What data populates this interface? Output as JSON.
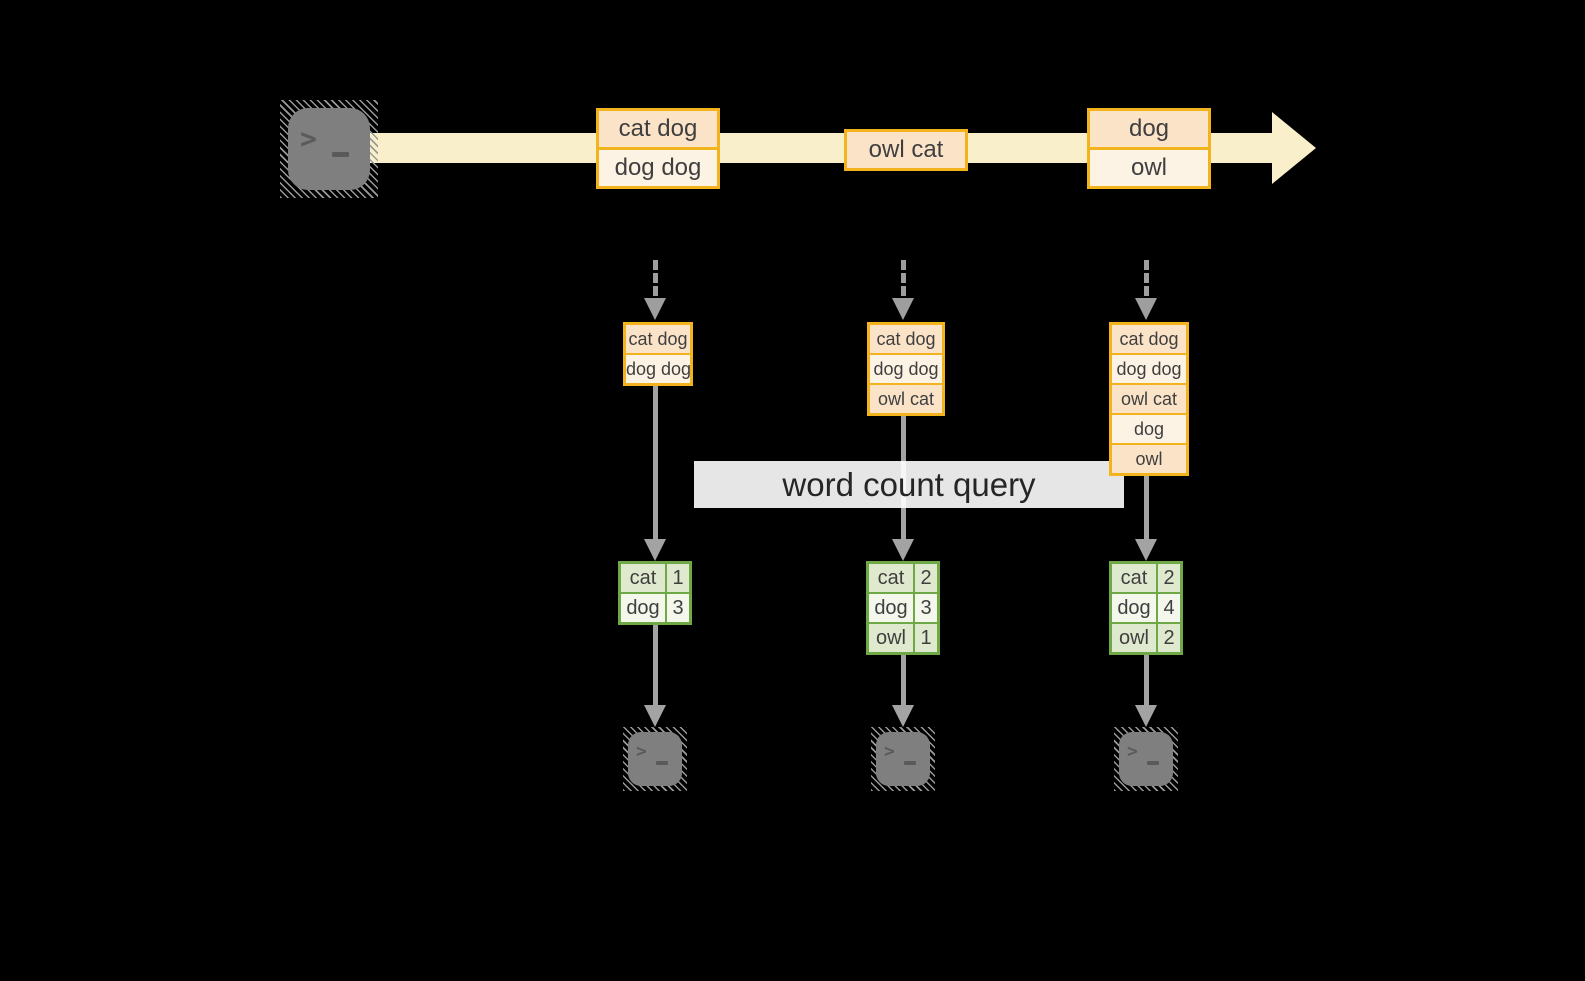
{
  "banner": {
    "label": "word count query"
  },
  "terminal": {
    "prompt": ">",
    "cursor": "_"
  },
  "stream": {
    "events": [
      {
        "rows": [
          "cat dog",
          "dog dog"
        ]
      },
      {
        "rows": [
          "owl cat"
        ]
      },
      {
        "rows": [
          "dog",
          "owl"
        ]
      }
    ]
  },
  "columns": [
    {
      "buffer": [
        "cat dog",
        "dog dog"
      ],
      "counts": [
        {
          "word": "cat",
          "count": "1"
        },
        {
          "word": "dog",
          "count": "3"
        }
      ]
    },
    {
      "buffer": [
        "cat dog",
        "dog dog",
        "owl cat"
      ],
      "counts": [
        {
          "word": "cat",
          "count": "2"
        },
        {
          "word": "dog",
          "count": "3"
        },
        {
          "word": "owl",
          "count": "1"
        }
      ]
    },
    {
      "buffer": [
        "cat dog",
        "dog dog",
        "owl cat",
        "dog",
        "owl"
      ],
      "counts": [
        {
          "word": "cat",
          "count": "2"
        },
        {
          "word": "dog",
          "count": "4"
        },
        {
          "word": "owl",
          "count": "2"
        }
      ]
    }
  ],
  "colors": {
    "background": "#000000",
    "stream_band": "#faefcb",
    "event_fill_dark": "#fbe3c8",
    "event_fill_light": "#fdf3e4",
    "event_border": "#f2b31c",
    "table_border": "#6fa846",
    "table_fill_dark": "#dfe9cd",
    "table_fill_light": "#f3f7ec",
    "arrow_gray": "#a3a3a3",
    "terminal_gray": "#7f7f7f",
    "text": "#3f3f3f"
  }
}
